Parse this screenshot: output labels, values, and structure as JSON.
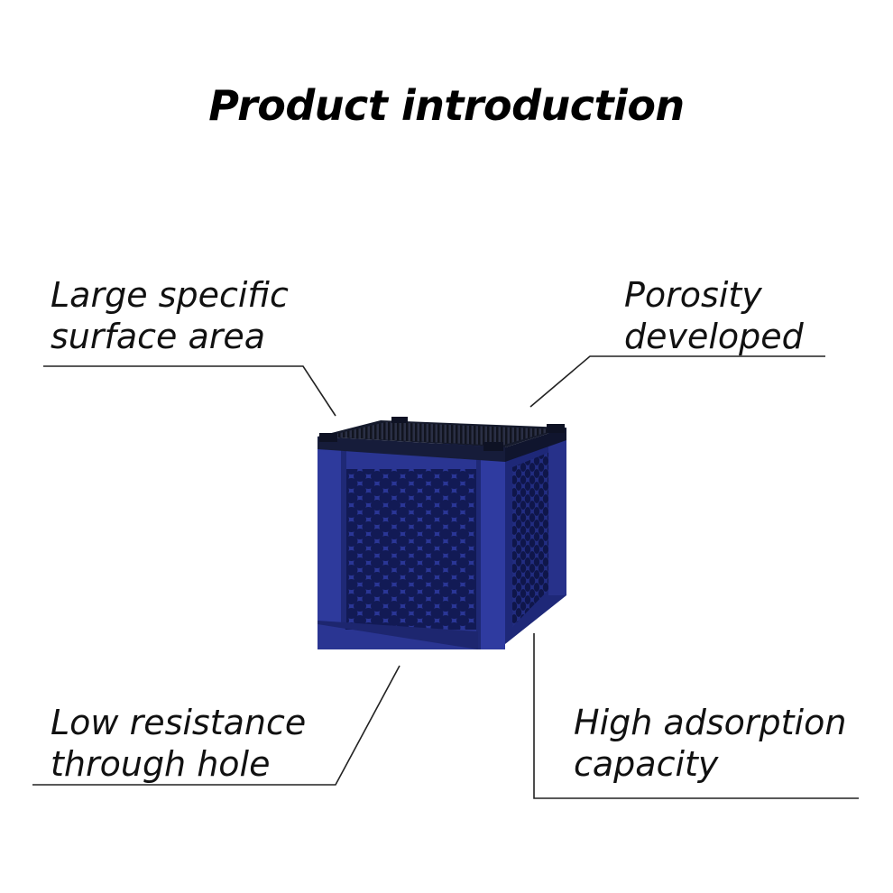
{
  "title": "Product introduction",
  "features": {
    "top_left": {
      "line1": "Large specific",
      "line2": "surface area"
    },
    "top_right": {
      "line1": "Porosity",
      "line2": "developed"
    },
    "bottom_left": {
      "line1": "Low resistance",
      "line2": "through hole"
    },
    "bottom_right": {
      "line1": "High adsorption",
      "line2": "capacity"
    }
  },
  "colors": {
    "product_body": "#28338f",
    "product_shadow": "#1b2370",
    "product_top": "#1c2238",
    "leader_line": "#222222"
  },
  "product": {
    "icon": "honeycomb-filter-cube-icon"
  }
}
